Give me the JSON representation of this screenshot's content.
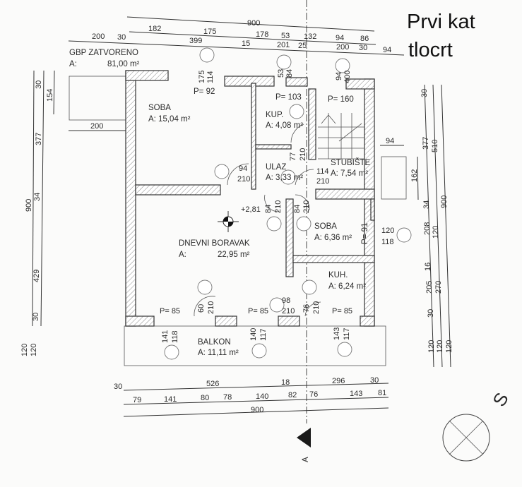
{
  "title": {
    "line1": "Prvi kat",
    "line2": "tlocrt"
  },
  "gbp": {
    "label": "GBP ZATVORENO",
    "a_label": "A:",
    "area": "81,00 m²"
  },
  "rooms": {
    "soba1": {
      "name": "SOBA",
      "area": "A: 15,04 m²",
      "window": "P= 92"
    },
    "kup": {
      "name": "KUP.",
      "area": "A: 4,08 m²",
      "window": "P= 103"
    },
    "stubiste": {
      "name": "STUBIŠTE",
      "area": "A: 7,54 m²",
      "window": "P= 160"
    },
    "ulaz": {
      "name": "ULAZ",
      "area": "A: 3,33 m²"
    },
    "dnevni": {
      "name": "DNEVNI BORAVAK",
      "a_label": "A:",
      "area": "22,95 m²"
    },
    "soba2": {
      "name": "SOBA",
      "area": "A: 6,36 m²",
      "window": "P= 91"
    },
    "kuh": {
      "name": "KUH.",
      "area": "A: 6,24 m²"
    },
    "balkon": {
      "name": "BALKON",
      "area": "A: 11,11 m²"
    }
  },
  "level": "+2,81",
  "openings": {
    "w1": [
      "175",
      "114"
    ],
    "w2": [
      "53",
      "84"
    ],
    "w3": [
      "94",
      "400"
    ],
    "d_soba": [
      "94",
      "210"
    ],
    "d_kup": [
      "77",
      "210"
    ],
    "d_stub": [
      "114",
      "210"
    ],
    "d_dnevni": [
      "84",
      "210"
    ],
    "d_soba2": [
      "84",
      "210"
    ],
    "d_kuh": [
      "98",
      "210"
    ],
    "d_balk1": [
      "60",
      "210"
    ],
    "d_balk2": [
      "76",
      "210"
    ],
    "p85": [
      "P= 85",
      "P= 85",
      "P= 85"
    ],
    "bw1": [
      "141",
      "118"
    ],
    "bw2": [
      "140",
      "117"
    ],
    "bw3": [
      "143",
      "117"
    ],
    "w_soba2": [
      "120",
      "118"
    ]
  },
  "dims": {
    "top0": [
      "900"
    ],
    "top1": [
      "182",
      "175",
      "178",
      "53",
      "132",
      "94",
      "86"
    ],
    "top2": [
      "200",
      "30",
      "399",
      "15",
      "201",
      "25",
      "200",
      "30",
      "94"
    ],
    "left": [
      "30",
      "154",
      "377",
      "900",
      "34",
      "429",
      "30",
      "120",
      "120"
    ],
    "left_terrace": "200",
    "right": [
      "30",
      "377",
      "510",
      "900",
      "162",
      "34",
      "208",
      "120",
      "16",
      "205",
      "270",
      "30",
      "120",
      "120",
      "120"
    ],
    "right_terrace": "94",
    "bottom1": [
      "30",
      "526",
      "18",
      "296",
      "30"
    ],
    "bottom2": [
      "79",
      "141",
      "80",
      "78",
      "140",
      "82",
      "76",
      "143",
      "81"
    ],
    "bottom3": [
      "900"
    ]
  },
  "section_label": "A",
  "compass_label": "S"
}
